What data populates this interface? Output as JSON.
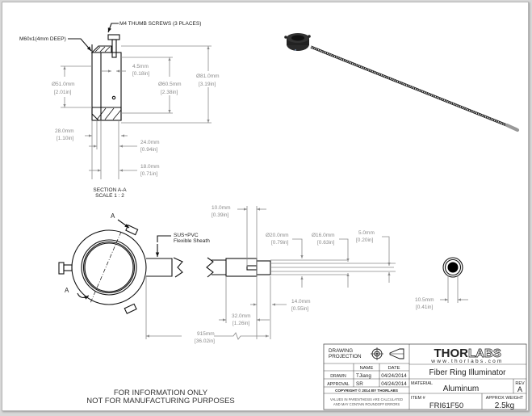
{
  "section_view": {
    "callouts": {
      "thumb_screws": "M4 THUMB SCREWS (3 PLACES)",
      "thread": "M60x1(4mm DEEP)"
    },
    "dims": [
      {
        "mm": "4.5mm",
        "in": "[0.18in]"
      },
      {
        "mm": "Ø51.0mm",
        "in": "[2.01in]"
      },
      {
        "mm": "Ø60.5mm",
        "in": "[2.38in]"
      },
      {
        "mm": "Ø81.0mm",
        "in": "[3.19in]"
      },
      {
        "mm": "28.0mm",
        "in": "[1.10in]"
      },
      {
        "mm": "24.0mm",
        "in": "[0.94in]"
      },
      {
        "mm": "18.0mm",
        "in": "[0.71in]"
      }
    ],
    "title": "SECTION A-A",
    "scale": "SCALE 1 : 2"
  },
  "front_view": {
    "section_marker": "A",
    "sheath_callout_line1": "SUS+PVC",
    "sheath_callout_line2": "Flexible Sheath",
    "dims": [
      {
        "mm": "10.0mm",
        "in": "[0.39in]"
      },
      {
        "mm": "Ø20.0mm",
        "in": "[0.79in]"
      },
      {
        "mm": "Ø16.0mm",
        "in": "[0.63in]"
      },
      {
        "mm": "5.0mm",
        "in": "[0.20in]"
      },
      {
        "mm": "14.0mm",
        "in": "[0.55in]"
      },
      {
        "mm": "32.0mm",
        "in": "[1.26in]"
      },
      {
        "mm": "915mm",
        "in": "[36.02in]"
      },
      {
        "mm": "10.5mm",
        "in": "[0.41in]"
      }
    ]
  },
  "notice": {
    "line1": "FOR INFORMATION ONLY",
    "line2": "NOT FOR MANUFACTURING PURPOSES"
  },
  "title_block": {
    "projection_label_line1": "DRAWING",
    "projection_label_line2": "PROJECTION",
    "col_name": "NAME",
    "col_date": "DATE",
    "drawn_label": "DRAWN",
    "drawn_name": "TJiang",
    "drawn_date": "04/24/2014",
    "approval_label": "APPROVAL",
    "approval_name": "SR",
    "approval_date": "04/24/2014",
    "copyright": "COPYRIGHT © 2014 BY THORLABS",
    "disclaimer_line1": "VALUES IN PARENTHESIS ARE CALCULATED",
    "disclaimer_line2": "AND MAY CONTAIN ROUNDOFF ERRORS",
    "brand_solid": "THOR",
    "brand_outline": "LABS",
    "website": "www.thorlabs.com",
    "product_name": "Fiber Ring Illuminator",
    "material_label": "MATERIAL",
    "material": "Aluminum",
    "rev_label": "REV",
    "rev": "A",
    "item_label": "ITEM #",
    "item": "FRI61F50",
    "weight_label": "APPROX WEIGHT",
    "weight": "2.5kg"
  },
  "icons": {
    "projection_symbol": "third-angle-projection",
    "render": "fiber-ring-illuminator-3d-render"
  }
}
